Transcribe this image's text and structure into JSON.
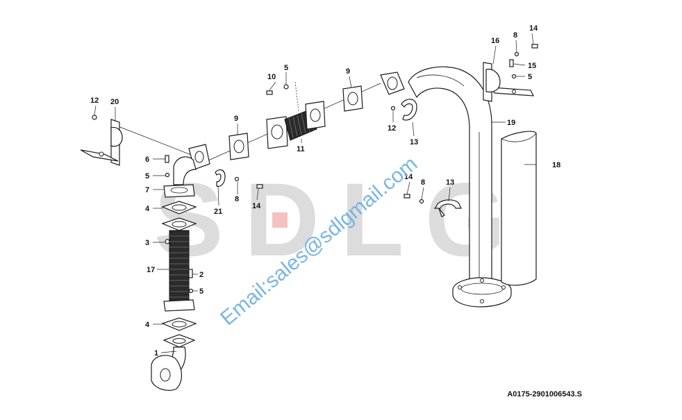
{
  "watermark": {
    "logo_text": "SDLG",
    "email_text": "Email:sales@sdlgmail.com"
  },
  "drawing_ref": "A0175-2901006543.S",
  "callouts": [
    {
      "id": "c1",
      "text": "1"
    },
    {
      "id": "c2",
      "text": "2"
    },
    {
      "id": "c3",
      "text": "3"
    },
    {
      "id": "c4a",
      "text": "4"
    },
    {
      "id": "c4b",
      "text": "4"
    },
    {
      "id": "c5a",
      "text": "5"
    },
    {
      "id": "c5b",
      "text": "5"
    },
    {
      "id": "c5c",
      "text": "5"
    },
    {
      "id": "c5d",
      "text": "5"
    },
    {
      "id": "c6",
      "text": "6"
    },
    {
      "id": "c7",
      "text": "7"
    },
    {
      "id": "c8a",
      "text": "8"
    },
    {
      "id": "c8b",
      "text": "8"
    },
    {
      "id": "c8c",
      "text": "8"
    },
    {
      "id": "c9a",
      "text": "9"
    },
    {
      "id": "c9b",
      "text": "9"
    },
    {
      "id": "c10",
      "text": "10"
    },
    {
      "id": "c11",
      "text": "11"
    },
    {
      "id": "c12a",
      "text": "12"
    },
    {
      "id": "c12b",
      "text": "12"
    },
    {
      "id": "c13a",
      "text": "13"
    },
    {
      "id": "c13b",
      "text": "13"
    },
    {
      "id": "c14a",
      "text": "14"
    },
    {
      "id": "c14b",
      "text": "14"
    },
    {
      "id": "c14c",
      "text": "14"
    },
    {
      "id": "c15",
      "text": "15"
    },
    {
      "id": "c16",
      "text": "16"
    },
    {
      "id": "c17",
      "text": "17"
    },
    {
      "id": "c18",
      "text": "18"
    },
    {
      "id": "c19",
      "text": "19"
    },
    {
      "id": "c20",
      "text": "20"
    },
    {
      "id": "c21",
      "text": "21"
    }
  ],
  "colors": {
    "line": "#1a1a1a",
    "watermark_logo": "#d9d9d9",
    "watermark_accent": "#f2b8b8",
    "watermark_email": "#6aaee0"
  }
}
